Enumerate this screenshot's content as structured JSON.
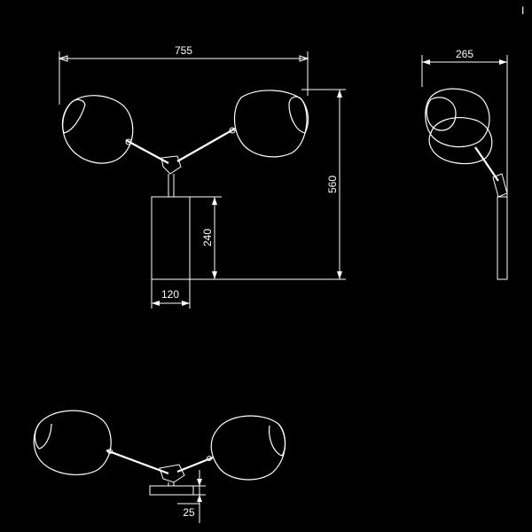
{
  "colors": {
    "background": "#000000",
    "line": "#ffffff"
  },
  "dimensions": {
    "width": "755",
    "height": "560",
    "base_height": "240",
    "base_width": "120",
    "depth": "265",
    "base_depth": "25"
  },
  "corner_mark": "I"
}
